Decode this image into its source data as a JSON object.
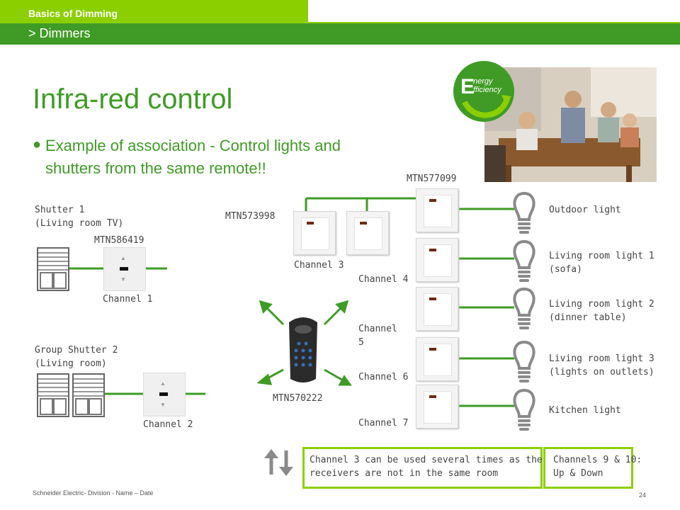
{
  "header": {
    "section": "Basics of Dimming",
    "subsection": "> Dimmers"
  },
  "slide": {
    "title": "Infra-red control",
    "bullet": "Example of association - Control lights and shutters from the same remote!!"
  },
  "logo": {
    "line1": "nergy",
    "line2": "fficiency",
    "letter": "E"
  },
  "diagram": {
    "shutter1": {
      "label": "Shutter 1\n(Living room TV)",
      "ref": "MTN586419",
      "channel": "Channel 1"
    },
    "shutter2": {
      "label": "Group Shutter 2\n(Living room)",
      "channel": "Channel 2"
    },
    "remote_ref": "MTN570222",
    "relay_ref": "MTN573998",
    "switch_ref": "MTN577099",
    "channels": {
      "ch3": "Channel 3",
      "ch4": "Channel 4",
      "ch5": "Channel\n5",
      "ch6": "Channel 6",
      "ch7": "Channel 7"
    },
    "lights": [
      "Outdoor light",
      "Living room light 1\n(sofa)",
      "Living room light 2\n(dinner table)",
      "Living room light 3\n(lights on outlets)",
      "Kitchen light"
    ]
  },
  "notes": {
    "note1": "Channel 3 can be used several times as the\nreceivers are not in the same room",
    "note2": "Channels 9 & 10:\nUp & Down"
  },
  "footer": {
    "left": "Schneider Electric- Division - Name – Date",
    "page": "24"
  },
  "colors": {
    "green_light": "#8ccf00",
    "green_dark": "#3f9b26"
  }
}
